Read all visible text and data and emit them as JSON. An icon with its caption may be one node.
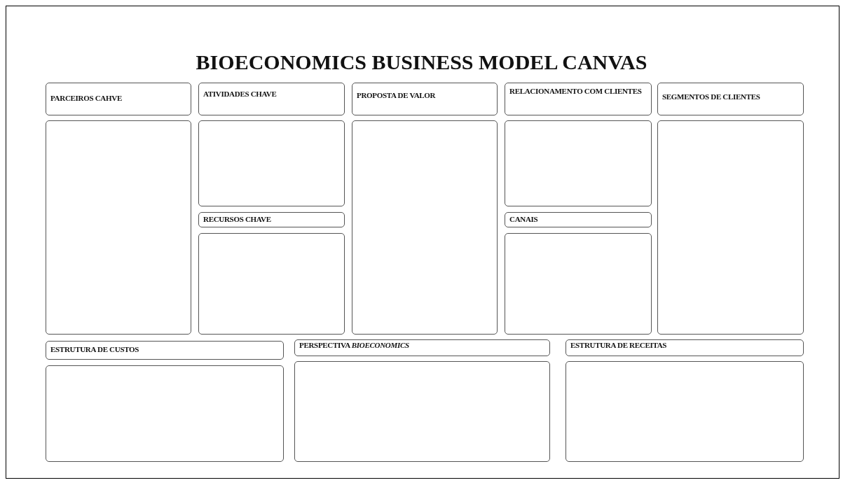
{
  "diagram": {
    "title": "BIOECONOMICS BUSINESS MODEL CANVAS",
    "nodes": [
      {
        "text": [
          "PARCEIROS CAHVE"
        ]
      },
      {
        "text": [
          "ATIVIDADES CHAVE"
        ]
      },
      {
        "text": [
          "PROPOSTA DE VALOR"
        ]
      },
      {
        "text": [
          "RELACIONAMENTO COM CLIENTES"
        ]
      },
      {
        "text": [
          "SEGMENTOS DE CLIENTES"
        ]
      },
      {
        "text": [],
        "shape": "box"
      },
      {
        "text": [],
        "shape": "box"
      },
      {
        "text": [],
        "shape": "box"
      },
      {
        "text": [],
        "shape": "box"
      },
      {
        "text": [],
        "shape": "box"
      },
      {
        "text": [
          "RECURSOS CHAVE"
        ]
      },
      {
        "text": [
          "CANAIS"
        ]
      },
      {
        "text": [],
        "shape": "box"
      },
      {
        "text": [],
        "shape": "box"
      },
      {
        "text": [
          "ESTRUTURA DE CUSTOS"
        ]
      },
      {
        "text": [
          "PERSPECTIVA *BIOECONOMICS*"
        ]
      },
      {
        "text": [
          "ESTRUTURA DE RECEITAS"
        ]
      },
      {
        "text": [],
        "shape": "box"
      },
      {
        "text": [],
        "shape": "box"
      },
      {
        "text": [],
        "shape": "box"
      }
    ],
    "edges": []
  }
}
